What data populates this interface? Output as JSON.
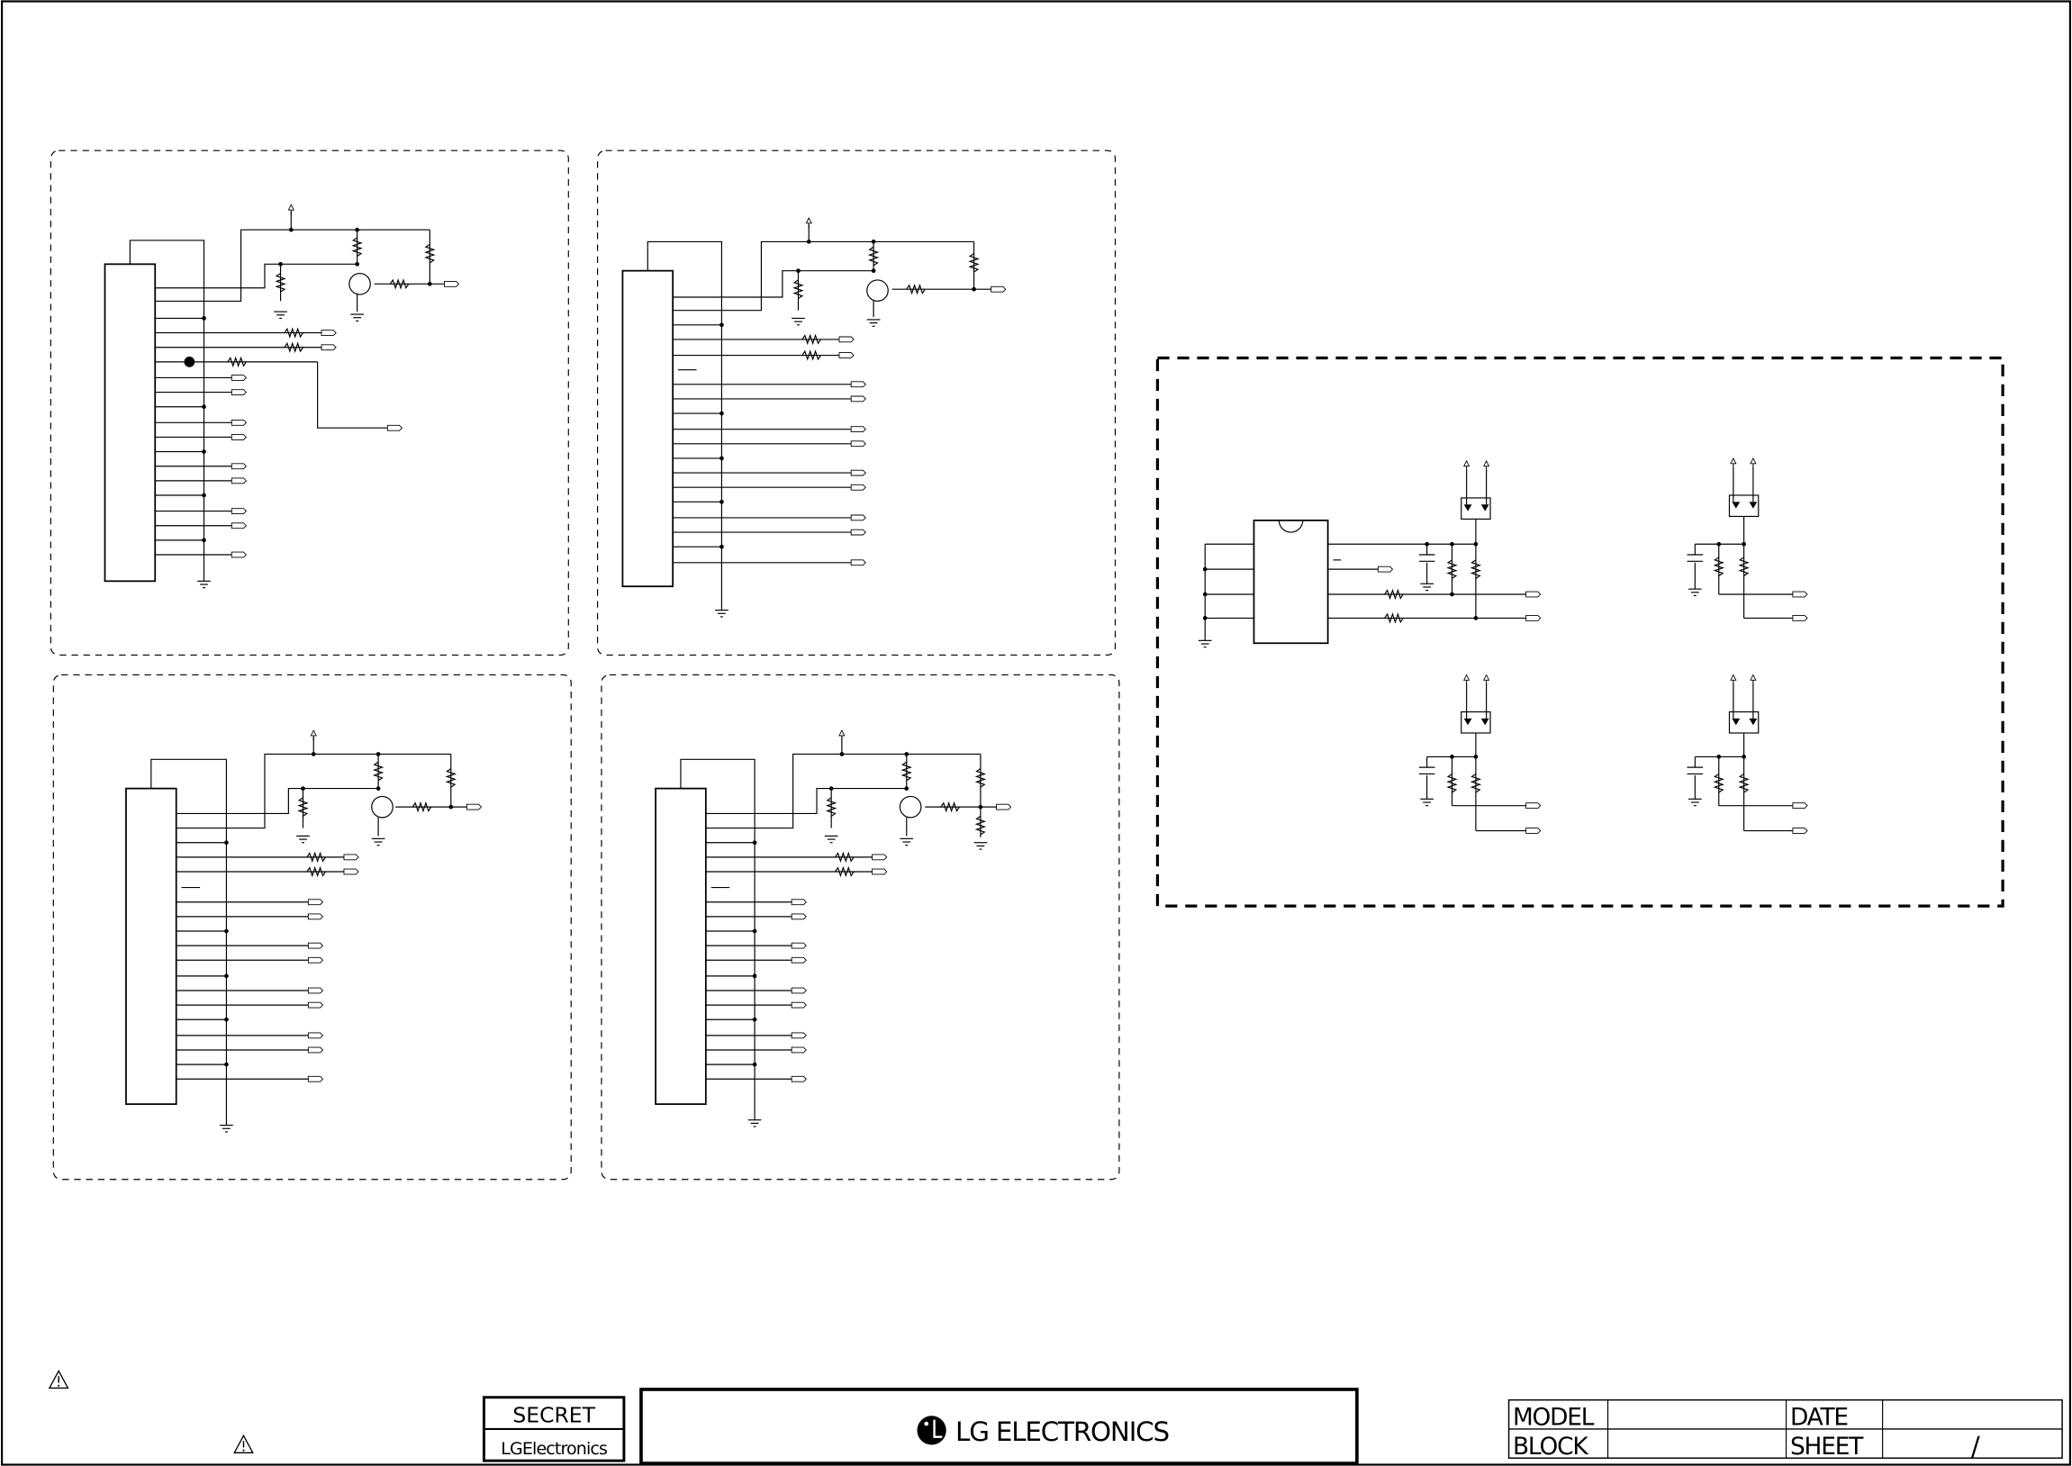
{
  "title_block": {
    "secret_label": "SECRET",
    "company_small": "LGElectronics",
    "company_logo_text": "LG ELECTRONICS",
    "model_label": "MODEL",
    "date_label": "DATE",
    "block_label": "BLOCK",
    "sheet_label": "SHEET",
    "sheet_separator": "/"
  },
  "icons": {
    "warning_top": "warning-triangle-icon",
    "warning_bottom": "warning-triangle-icon",
    "logo": "lg-logo-icon"
  }
}
